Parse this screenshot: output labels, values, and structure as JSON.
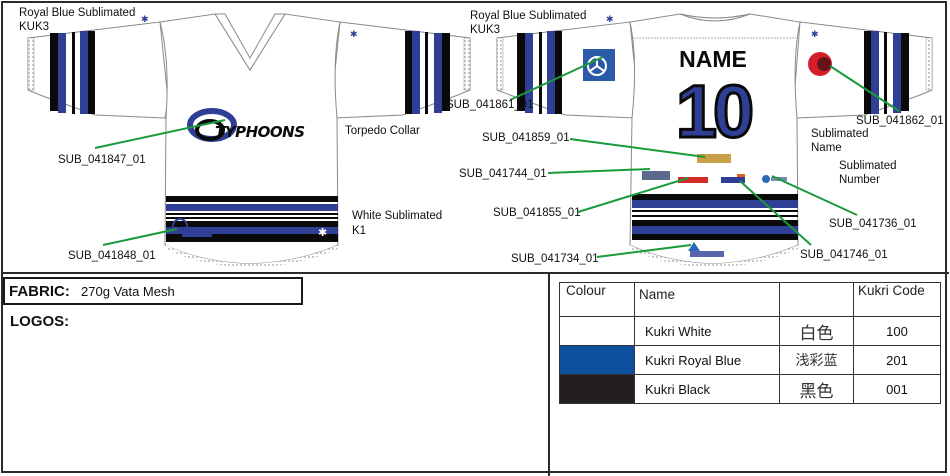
{
  "front_view": {
    "sleeve_label_line1": "Royal Blue Sublimated",
    "sleeve_label_line2": "KUK3",
    "collar_label": "Torpedo Collar",
    "body_label_line1": "White Sublimated",
    "body_label_line2": "K1",
    "logo_codes": {
      "chest": "SUB_041847_01",
      "hem": "SUB_041848_01"
    },
    "team_wordmark": "TYPHOONS"
  },
  "back_view": {
    "sleeve_label_line1": "Royal Blue Sublimated",
    "sleeve_label_line2": "KUK3",
    "player_name": "NAME",
    "player_number": "10",
    "name_label_line1": "Sublimated",
    "name_label_line2": "Name",
    "number_label_line1": "Sublimated",
    "number_label_line2": "Number",
    "logo_codes": {
      "left_sleeve": "SUB_041861_01",
      "right_sleeve": "SUB_041862_01",
      "nameplate": "SUB_041859_01",
      "sponsor_1": "SUB_041744_01",
      "sponsor_2": "SUB_041855_01",
      "sponsor_3": "SUB_041746_01",
      "sponsor_4": "SUB_041736_01",
      "hem": "SUB_041734_01"
    }
  },
  "spec": {
    "fabric_label": "FABRIC:",
    "fabric_value": "270g Vata Mesh",
    "logos_label": "LOGOS:"
  },
  "colour_table": {
    "headers": [
      "Colour",
      "Name",
      "",
      "Kukri Code"
    ],
    "rows": [
      {
        "swatch": "#ffffff",
        "name": "Kukri White",
        "chinese": "白色",
        "code": "100"
      },
      {
        "swatch": "#0d4f9e",
        "name": "Kukri Royal Blue",
        "chinese": "浅彩蓝",
        "code": "201"
      },
      {
        "swatch": "#231f20",
        "name": "Kukri Black",
        "chinese": "黑色",
        "code": "001"
      }
    ]
  },
  "colors": {
    "royal_blue": "#2e3f95",
    "black": "#0a0a0a",
    "leader_green": "#1a9a3a",
    "outline": "#8a8a8a"
  }
}
